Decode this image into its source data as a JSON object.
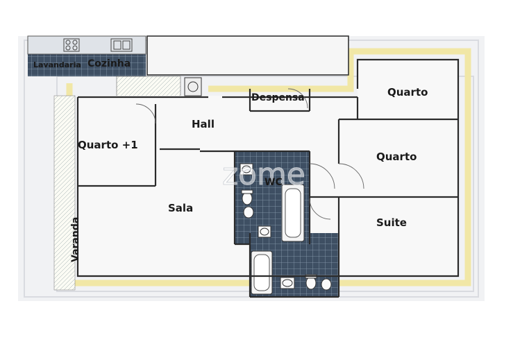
{
  "plan": {
    "watermark": "zome",
    "rooms": {
      "lavandaria": "Lavandaria",
      "cozinha": "Cozinha",
      "despensa": "Despensa",
      "quarto_top": "Quarto",
      "hall": "Hall",
      "quarto_plus1": "Quarto +1",
      "quarto_mid": "Quarto",
      "wc": "WC",
      "sala": "Sala",
      "suite": "Suite",
      "varanda": "Varanda"
    }
  }
}
